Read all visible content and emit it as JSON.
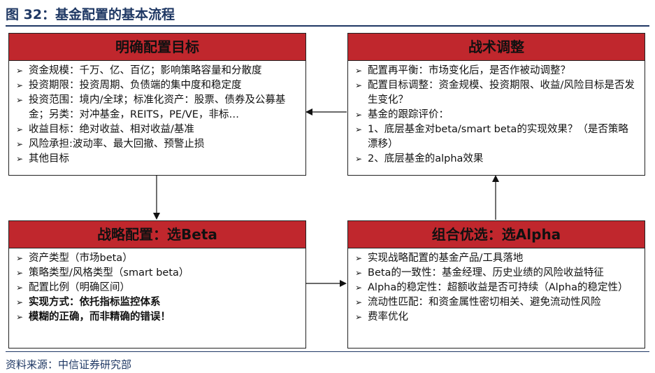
{
  "title": "图 32：基金配置的基本流程",
  "source": "资料来源：中信证券研究部",
  "boxes": {
    "top_left": {
      "heading": "明确配置目标",
      "items": [
        "资金规模：千万、亿、百亿；影响策略容量和分散度",
        "投资期限：投资周期、负债端的集中度和稳定度",
        "投资范围：境内/全球；标准化资产：股票、债券及公募基金；另类：对冲基金，REITS，PE/VE，非标…",
        "收益目标：绝对收益、相对收益/基准",
        "风险承担:波动率、最大回撤、预警止损",
        "其他目标"
      ]
    },
    "top_right": {
      "heading": "战术调整",
      "items": [
        "配置再平衡：市场变化后，是否作被动调整？",
        "配置目标调整：资金规模、投资期限、收益/风险目标是否发生变化？",
        "基金的跟踪评价：",
        "1、底层基金对beta/smart beta的实现效果？（是否策略漂移）",
        "2、底层基金的alpha效果"
      ]
    },
    "bottom_left": {
      "heading": "战略配置：选Beta",
      "items": [
        "资产类型（市场beta）",
        "策略类型/风格类型（smart beta）",
        "配置比例（明确区间）",
        "实现方式：依托指标监控体系",
        "模糊的正确，而非精确的错误！"
      ]
    },
    "bottom_right": {
      "heading": "组合优选：选Alpha",
      "items": [
        "实现战略配置的基金产品/工具落地",
        "Beta的一致性：基金经理、历史业绩的风险收益特征",
        "Alpha的稳定性：超额收益是否可持续（Alpha的稳定性）",
        "流动性匹配：和资金属性密切相关、避免流动性风险",
        "费率优化"
      ]
    }
  },
  "colors": {
    "header_fill": "#c0272d",
    "title_color": "#1f3864"
  }
}
